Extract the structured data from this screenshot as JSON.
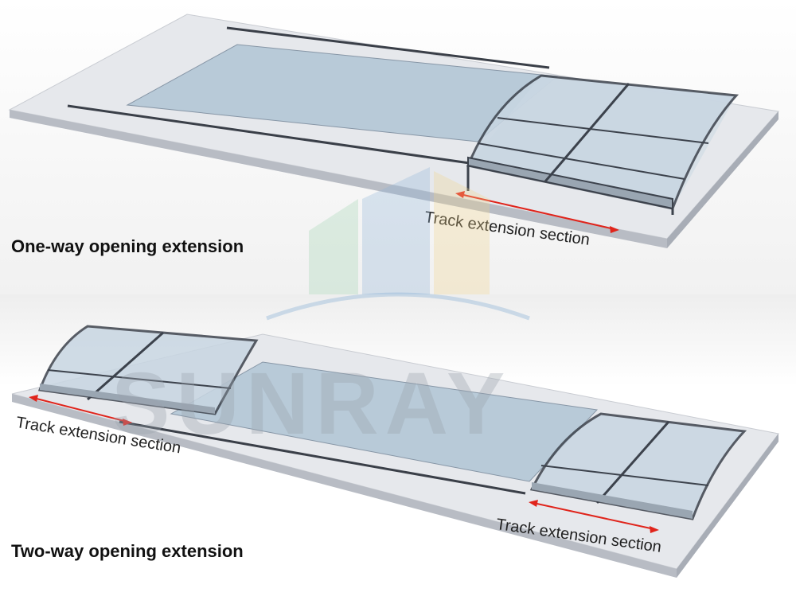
{
  "watermark": {
    "text": "SUNRAY"
  },
  "top_panel": {
    "caption": "One-way opening extension",
    "track_label": "Track extension section"
  },
  "bottom_panel": {
    "caption": "Two-way opening extension",
    "track_label_left": "Track extension section",
    "track_label_right": "Track extension section"
  },
  "colors": {
    "arrow": "#e0241b",
    "slab": "#e4e6ea",
    "water": "#b9cbd9"
  }
}
